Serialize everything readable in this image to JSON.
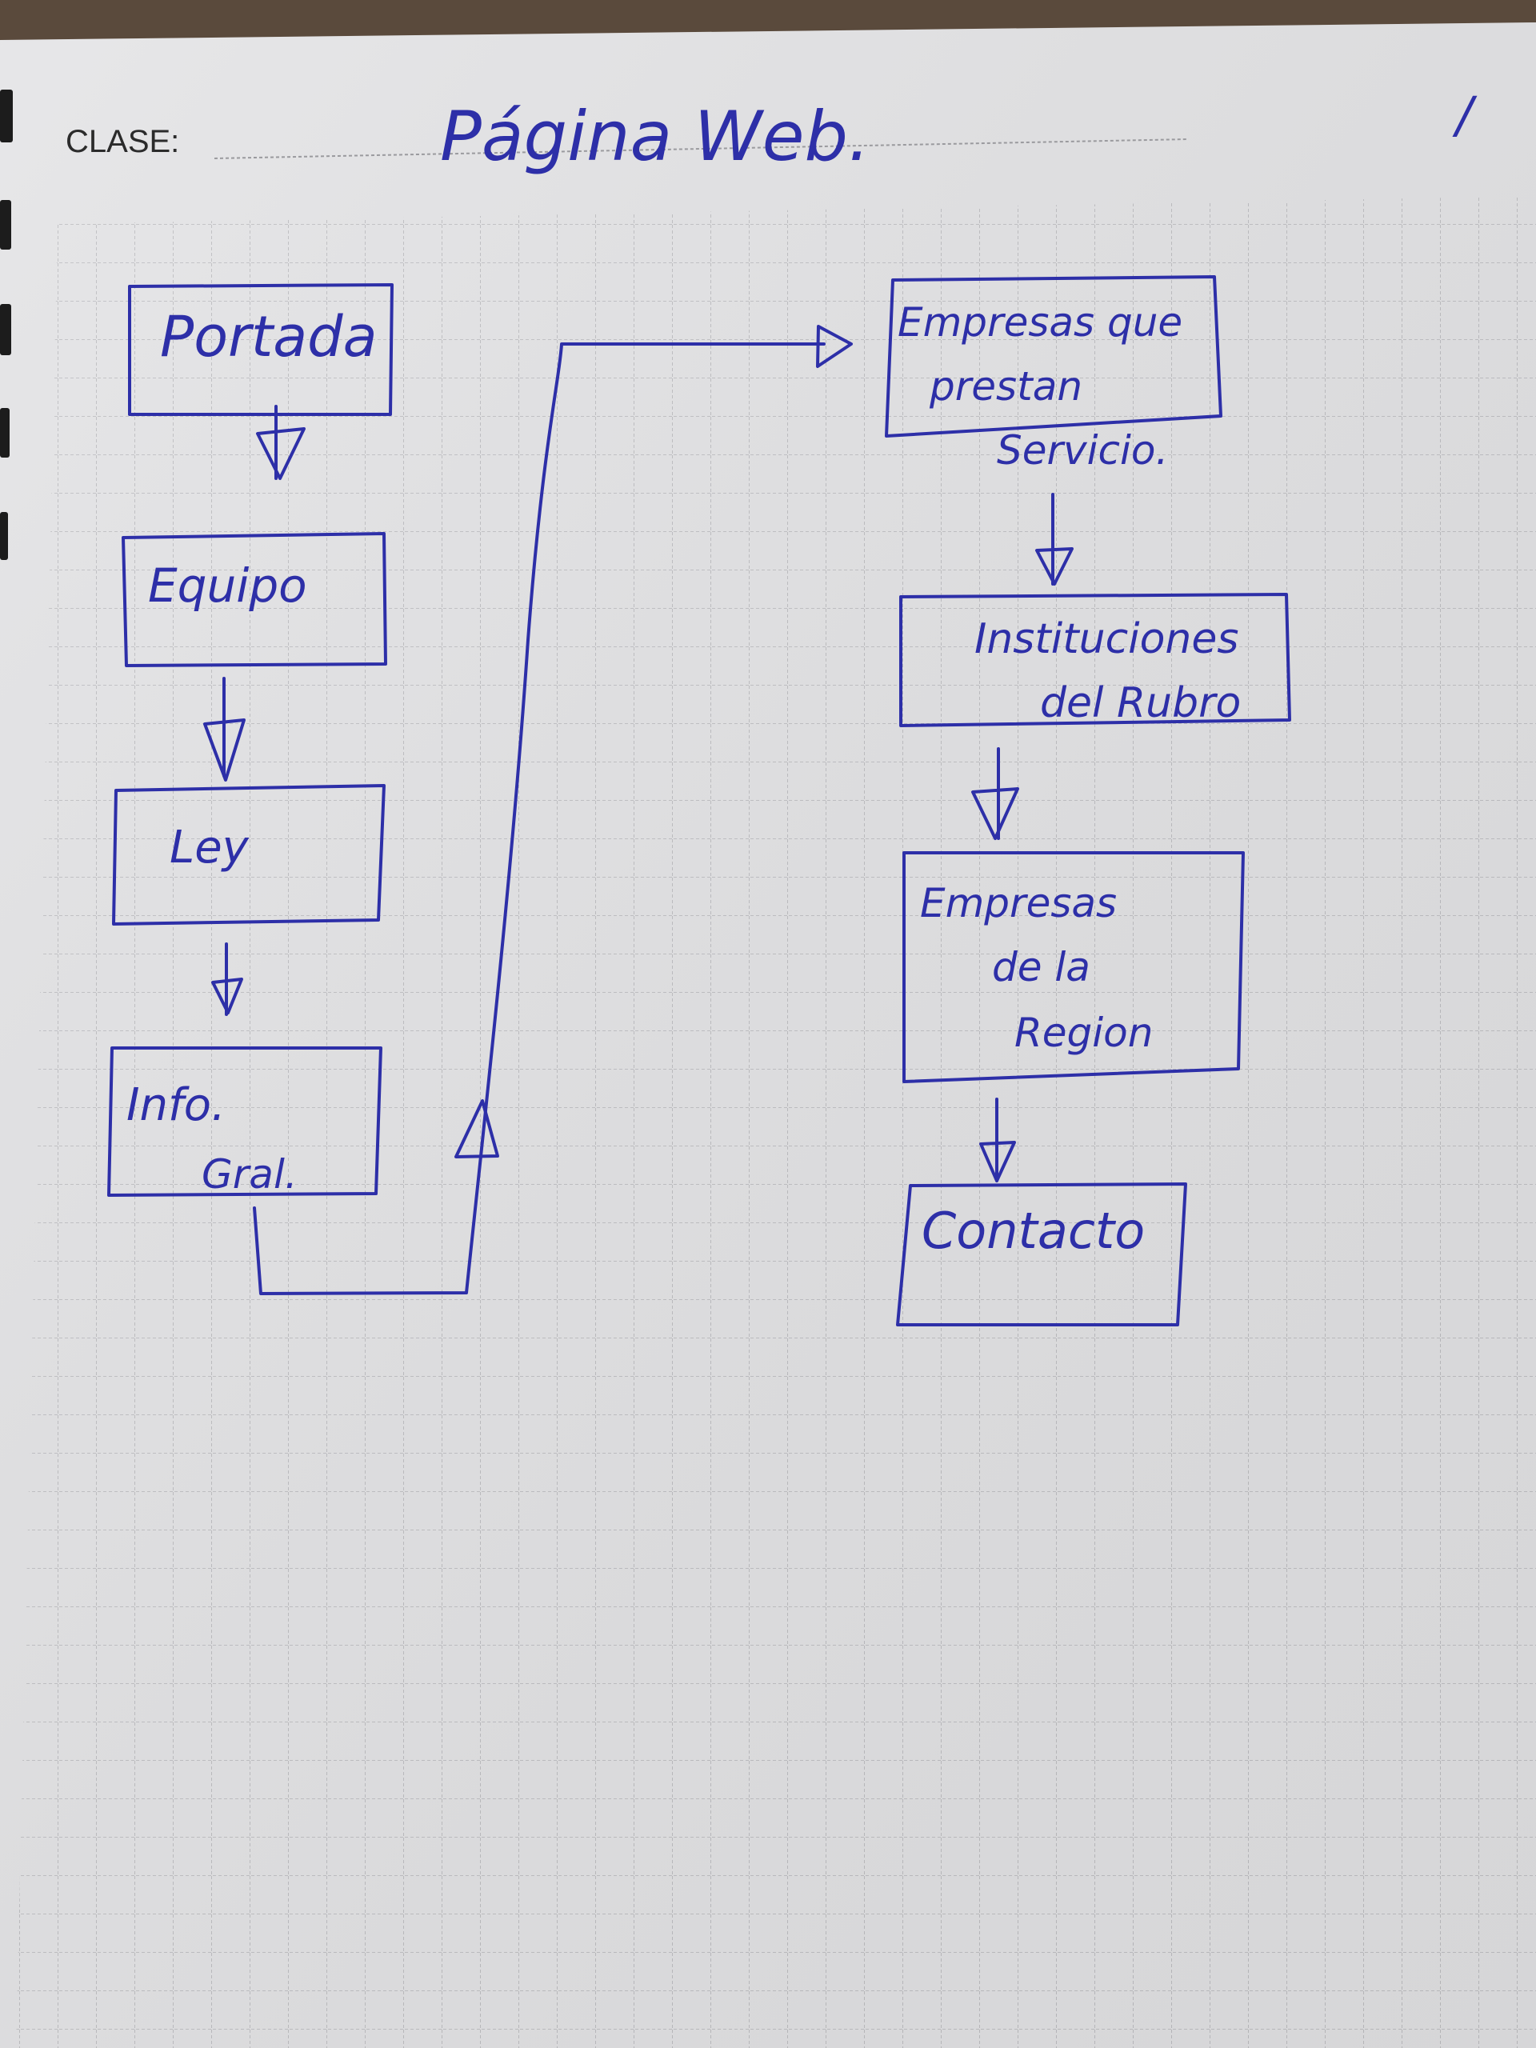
{
  "header": {
    "clase_label": "CLASE:",
    "title": "Página Web.",
    "page_mark": "/"
  },
  "colors": {
    "ink": "#2d2fa8",
    "paper": "#e4e4e6",
    "grid": "#b7b7bb",
    "background": "#2b2622"
  },
  "diagram": {
    "left_column": {
      "portada": "Portada",
      "equipo": "Equipo",
      "ley": "Ley",
      "info_line1": "Info.",
      "info_line2": "Gral."
    },
    "right_column": {
      "empresas_servicio_line1": "Empresas que",
      "empresas_servicio_line2": "prestan",
      "empresas_servicio_line3": "Servicio.",
      "instituciones_line1": "Instituciones",
      "instituciones_line2": "del Rubro",
      "empresas_region_line1": "Empresas",
      "empresas_region_line2": "de la",
      "empresas_region_line3": "Region",
      "contacto": "Contacto"
    }
  }
}
